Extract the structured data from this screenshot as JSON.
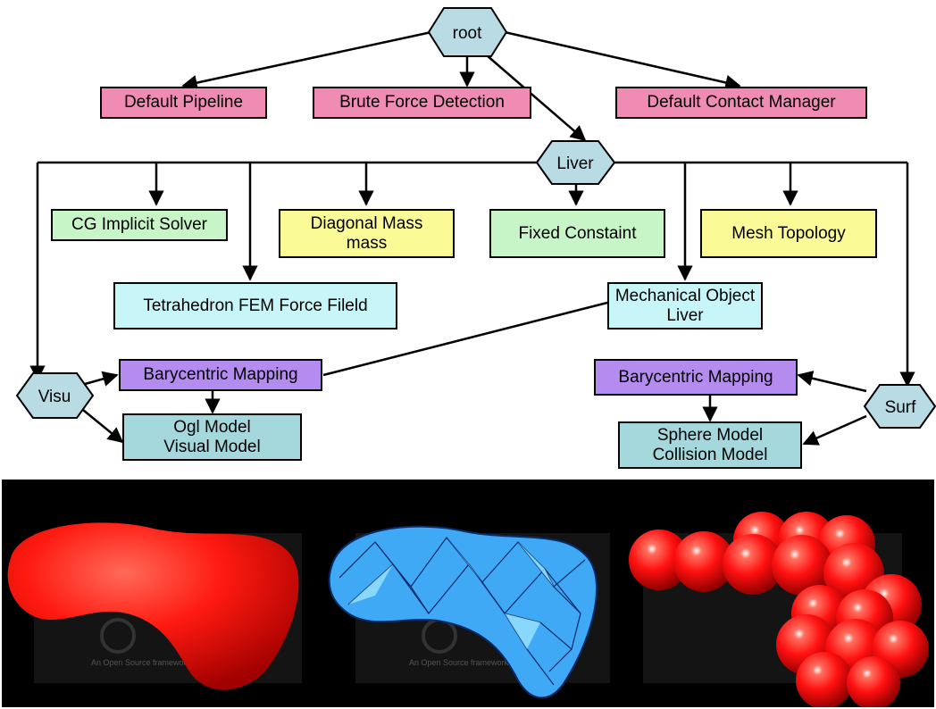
{
  "colors": {
    "hex_node": "#b9dce4",
    "pink": "#f08cb4",
    "green": "#c8f5c8",
    "yellow": "#fafa96",
    "cyan": "#c8f5f8",
    "purple": "#b48cf0",
    "teal": "#a5d8dc",
    "liver_red": "#ff1010",
    "mesh_blue": "#3fa9f5"
  },
  "nodes": {
    "root": "root",
    "liver": "Liver",
    "visu": "Visu",
    "surf": "Surf"
  },
  "boxes": {
    "default_pipeline": "Default Pipeline",
    "brute_force": "Brute Force Detection",
    "contact_manager": "Default Contact Manager",
    "cg_solver": "CG Implicit Solver",
    "diagonal_mass_1": "Diagonal Mass",
    "diagonal_mass_2": "mass",
    "fixed_constraint": "Fixed Constaint",
    "mesh_topology": "Mesh Topology",
    "tetra_fem": "Tetrahedron FEM Force Fileld",
    "mech_object_1": "Mechanical Object",
    "mech_object_2": "Liver",
    "bary_left": "Barycentric Mapping",
    "ogl_model_1": "Ogl Model",
    "ogl_model_2": "Visual Model",
    "bary_right": "Barycentric Mapping",
    "sphere_model_1": "Sphere Model",
    "sphere_model_2": "Collision Model"
  },
  "renders": {
    "watermark": "An Open Source framework"
  }
}
